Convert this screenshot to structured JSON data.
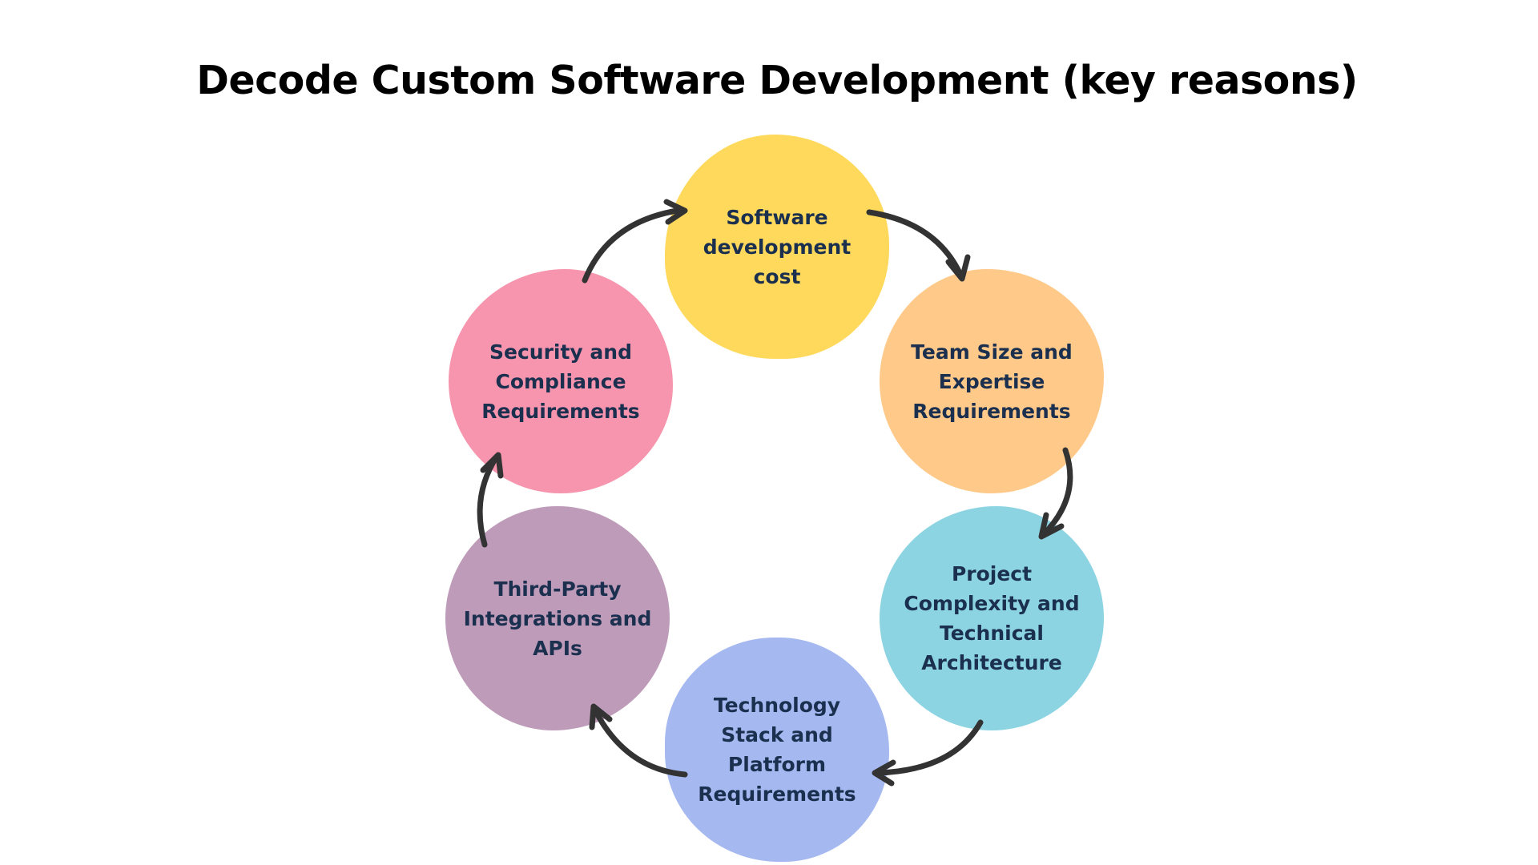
{
  "title": "Decode Custom Software Development (key reasons)",
  "nodes": [
    {
      "label": "Software development cost",
      "color": "#ffd95c"
    },
    {
      "label": "Team Size and Expertise Requirements",
      "color": "#ffc98a"
    },
    {
      "label": "Project Complexity and Technical Architecture",
      "color": "#8dd4e3"
    },
    {
      "label": "Technology Stack and Platform Requirements",
      "color": "#a5b8f0"
    },
    {
      "label": "Third-Party Integrations and APIs",
      "color": "#bd9bb9"
    },
    {
      "label": "Security and Compliance Requirements",
      "color": "#f695ad"
    }
  ],
  "text_color": "#1b2f4f",
  "arrow_color": "#333333"
}
